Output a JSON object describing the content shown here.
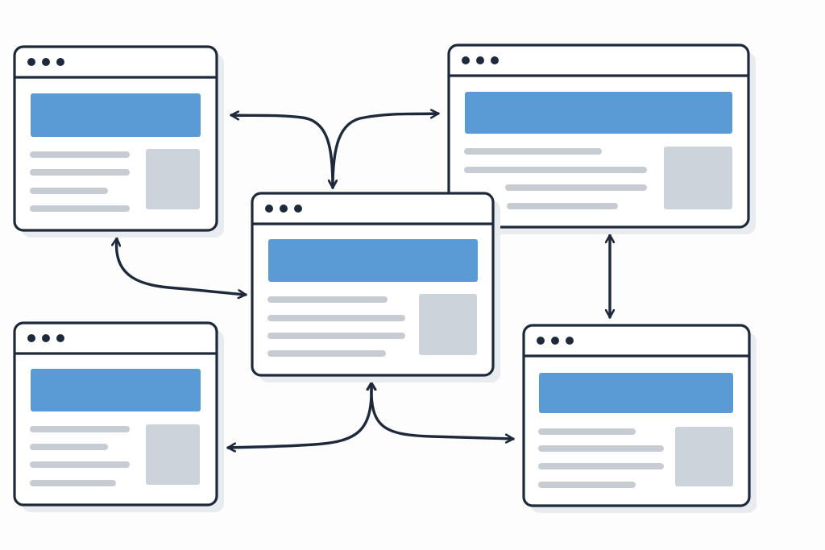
{
  "colors": {
    "background": "#fdfdfd",
    "outline": "#1e2a3c",
    "window_fill": "#ffffff",
    "shadow": "#e8ecf1",
    "header_bar": "#5b9bd5",
    "text_line": "#c7ccd3",
    "image_placeholder": "#cdd3db",
    "connector": "#1e2a3c"
  },
  "windows": [
    {
      "name": "window-top-left",
      "controls": [
        "dot-icon",
        "dot-icon",
        "dot-icon"
      ],
      "text_line_count": 4,
      "has_image_placeholder": true
    },
    {
      "name": "window-top-right",
      "controls": [
        "dot-icon",
        "dot-icon",
        "dot-icon"
      ],
      "text_line_count": 4,
      "has_image_placeholder": true
    },
    {
      "name": "window-center",
      "controls": [
        "dot-icon",
        "dot-icon",
        "dot-icon"
      ],
      "text_line_count": 4,
      "has_image_placeholder": true
    },
    {
      "name": "window-bottom-left",
      "controls": [
        "dot-icon",
        "dot-icon",
        "dot-icon"
      ],
      "text_line_count": 4,
      "has_image_placeholder": true
    },
    {
      "name": "window-bottom-right",
      "controls": [
        "dot-icon",
        "dot-icon",
        "dot-icon"
      ],
      "text_line_count": 4,
      "has_image_placeholder": true
    }
  ],
  "connectors": [
    {
      "name": "connector-center-top-left",
      "from": "window-center",
      "to": "window-top-left",
      "arrowheads": "both"
    },
    {
      "name": "connector-center-top-right",
      "from": "window-center",
      "to": "window-top-right",
      "arrowheads": "both"
    },
    {
      "name": "connector-top-left-center",
      "from": "window-top-left",
      "to": "window-center",
      "arrowheads": "both"
    },
    {
      "name": "connector-top-right-bottom-right",
      "from": "window-top-right",
      "to": "window-bottom-right",
      "arrowheads": "both"
    },
    {
      "name": "connector-center-bottom-left",
      "from": "window-center",
      "to": "window-bottom-left",
      "arrowheads": "both"
    },
    {
      "name": "connector-center-bottom-right",
      "from": "window-center",
      "to": "window-bottom-right",
      "arrowheads": "both"
    }
  ]
}
